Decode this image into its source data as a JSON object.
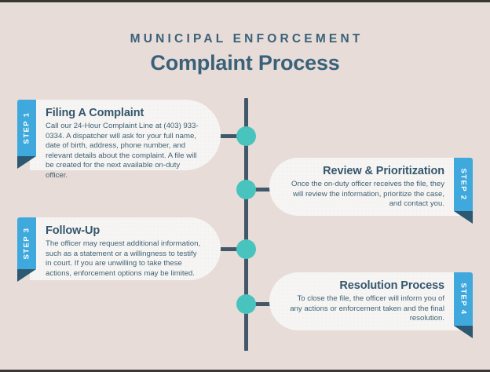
{
  "header": {
    "eyebrow": "MUNICIPAL ENFORCEMENT",
    "title": "Complaint Process"
  },
  "colors": {
    "background": "#e7dcd8",
    "card": "#f7f5f3",
    "title_blue": "#3a6179",
    "tab_blue": "#3fa9dd",
    "fold_navy": "#2c5871",
    "spine_navy": "#41586b",
    "node_teal": "#49c3bd",
    "border_dark": "#3b3634"
  },
  "steps": [
    {
      "tab_label": "STEP 1",
      "side": "left",
      "heading": "Filing A Complaint",
      "body": "Call our 24-Hour Complaint Line at (403) 933-0334. A dispatcher will ask for your full name, date of birth, address, phone number, and relevant details about the complaint. A file will be created for the next available on-duty officer."
    },
    {
      "tab_label": "STEP 2",
      "side": "right",
      "heading": "Review & Prioritization",
      "body": "Once the on-duty officer receives the file, they will review the information, prioritize the case, and contact you."
    },
    {
      "tab_label": "STEP 3",
      "side": "left",
      "heading": "Follow-Up",
      "body": "The officer may request additional information, such as a statement or a willingness to testify in court. If you are unwilling to take these actions, enforcement options may be limited."
    },
    {
      "tab_label": "STEP 4",
      "side": "right",
      "heading": "Resolution Process",
      "body": "To close the file, the officer will inform you of any actions or enforcement taken and the final resolution."
    }
  ]
}
